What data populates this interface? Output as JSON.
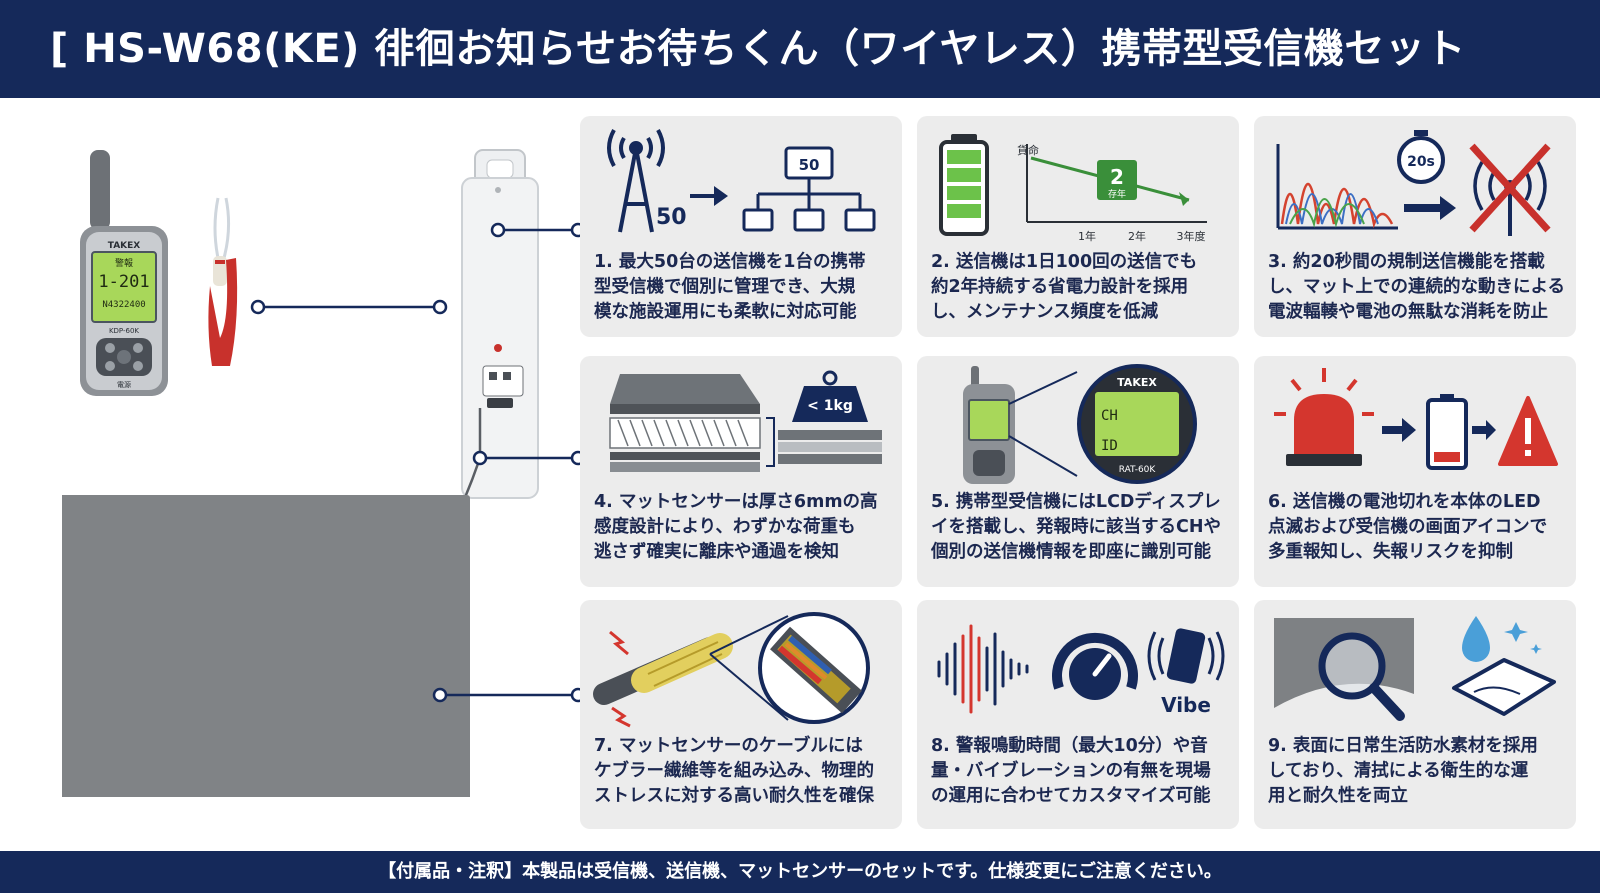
{
  "colors": {
    "navy": "#15295a",
    "card_bg": "#ececec",
    "accent_red": "#c8312c",
    "lcd_green": "#a8d75a",
    "mat_gray": "#7e8184"
  },
  "header": {
    "title": "[ HS-W68(KE) 徘徊お知らせお待ちくん（ワイヤレス）携帯型受信機セット"
  },
  "product": {
    "receiver": {
      "brand": "TAKEX",
      "screen_top": "警報",
      "screen_main": "1-201",
      "screen_sub": "N4322400",
      "model": "KDP-60K",
      "label_bottom": "電源"
    }
  },
  "features": [
    {
      "text": "1. 最大50台の送信機を1台の携帯\n型受信機で個別に管理でき、大規\n模な施設運用にも柔軟に対応可能",
      "icons": [
        "antenna-icon",
        "arrow-icon",
        "network-icon"
      ],
      "labels": {
        "antenna_count": "50",
        "laptop_count": "50"
      }
    },
    {
      "text": "2. 送信機は1日100回の送信でも\n約2年持続する省電力設計を採用\nし、メンテナンス頻度を低減",
      "icons": [
        "battery-icon",
        "lifespan-chart-icon"
      ],
      "labels": {
        "y_axis": "貨命",
        "badge_num": "2",
        "badge_unit": "存年",
        "ticks": [
          "1年",
          "2年",
          "3年度"
        ]
      }
    },
    {
      "text": "3. 約20秒間の規制送信機能を搭載\nし、マット上での連続的な動きによる\n電波輻輳や電池の無駄な消耗を防止",
      "icons": [
        "waveform-chart-icon",
        "stopwatch-icon",
        "no-signal-icon"
      ],
      "labels": {
        "timer": "20s"
      }
    },
    {
      "text": "4. マットセンサーは厚さ6mmの高\n感度設計により、わずかな荷重も\n逃さず確実に離床や通過を検知",
      "icons": [
        "mat-layers-icon",
        "weight-icon"
      ],
      "labels": {
        "weight": "< 1kg"
      }
    },
    {
      "text": "5. 携帯型受信機にはLCDディスプレ\nイを搭載し、発報時に該当するCHや\n個別の送信機情報を即座に識別可能",
      "icons": [
        "receiver-icon",
        "lcd-zoom-icon"
      ],
      "labels": {
        "brand": "TAKEX",
        "ch": "CH",
        "id": "ID",
        "model": "RAT-60K"
      }
    },
    {
      "text": "6. 送信機の電池切れを本体のLED\n点滅および受信機の画面アイコンで\n多重報知し、失報リスクを抑制",
      "icons": [
        "siren-icon",
        "arrow-icon",
        "low-battery-icon",
        "warning-icon"
      ],
      "labels": {}
    },
    {
      "text": "7. マットセンサーのケーブルには\nケブラー繊維等を組み込み、物理的\nストレスに対する高い耐久性を確保",
      "icons": [
        "reinforced-cable-icon",
        "cable-cross-section-icon"
      ],
      "labels": {}
    },
    {
      "text": "8. 警報鳴動時間（最大10分）や音\n量・バイブレーションの有無を現場\nの運用に合わせてカスタマイズ可能",
      "icons": [
        "sound-wave-icon",
        "volume-dial-icon",
        "vibration-icon"
      ],
      "labels": {
        "vibe": "Vibe"
      }
    },
    {
      "text": "9. 表面に日常生活防水素材を採用\nしており、清拭による衛生的な運\n用と耐久性を両立",
      "icons": [
        "magnifier-icon",
        "water-drop-icon",
        "clean-cloth-icon"
      ],
      "labels": {}
    }
  ],
  "footer": {
    "note": "【付属品・注釈】本製品は受信機、送信機、マットセンサーのセットです。仕様変更にご注意ください。"
  }
}
